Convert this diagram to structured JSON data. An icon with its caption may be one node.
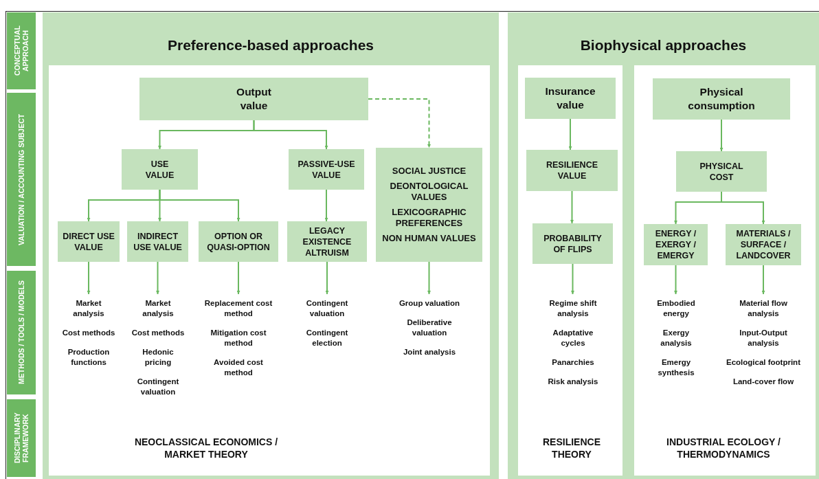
{
  "diagram": {
    "nodes": [
      {
        "text": [
          "CONCEPTUAL APPROACH"
        ]
      },
      {
        "text": [
          "VALUATION / ACCOUNTING SUBJECT"
        ]
      },
      {
        "text": [
          "METHODS / TOOLS / MODELS"
        ]
      },
      {
        "text": [
          "DISCIPLINARY FRAMEWORK"
        ]
      },
      {
        "text": [
          "Preference-based approaches"
        ]
      },
      {
        "text": [
          "NEOCLASSICAL ECONOMICS / MARKET THEORY"
        ],
        "in": 4
      },
      {
        "text": [
          "Output value"
        ],
        "in": 5
      },
      {
        "text": [
          "USE VALUE"
        ],
        "in": 5
      },
      {
        "text": [
          "PASSIVE-USE VALUE"
        ],
        "in": 5
      },
      {
        "text": [
          "SOCIAL JUSTICE",
          "DEONTOLOGICAL VALUES",
          "LEXICOGRAPHIC PREFERENCES",
          "NON HUMAN VALUES"
        ],
        "in": 5
      },
      {
        "text": [
          "DIRECT USE VALUE"
        ],
        "in": 5
      },
      {
        "text": [
          "INDIRECT USE VALUE"
        ],
        "in": 5
      },
      {
        "text": [
          "OPTION OR QUASI-OPTION"
        ],
        "in": 5
      },
      {
        "text": [
          "LEGACY EXISTENCE ALTRUISM"
        ],
        "in": 5
      },
      {
        "text": [
          "Market analysis",
          "Cost methods",
          "Production functions"
        ],
        "in": 5
      },
      {
        "text": [
          "Market analysis",
          "Cost methods",
          "Hedonic pricing",
          "Contingent valuation"
        ],
        "in": 5
      },
      {
        "text": [
          "Replacement cost method",
          "Mitigation cost method",
          "Avoided cost method"
        ],
        "in": 5
      },
      {
        "text": [
          "Contingent valuation",
          "Contingent election"
        ],
        "in": 5
      },
      {
        "text": [
          "Group valuation",
          "Deliberative valuation",
          "Joint analysis"
        ],
        "in": 5
      },
      {
        "text": [
          "Biophysical approaches"
        ]
      },
      {
        "text": [
          "RESILIENCE THEORY"
        ],
        "in": 19
      },
      {
        "text": [
          "Insurance value"
        ],
        "in": 20
      },
      {
        "text": [
          "RESILIENCE VALUE"
        ],
        "in": 20
      },
      {
        "text": [
          "PROBABILITY OF FLIPS"
        ],
        "in": 20
      },
      {
        "text": [
          "Regime shift analysis",
          "Adaptative cycles",
          "Panarchies",
          "Risk analysis"
        ],
        "in": 20
      },
      {
        "text": [
          "INDUSTRIAL ECOLOGY / THERMODYNAMICS"
        ],
        "in": 19
      },
      {
        "text": [
          "Physical consumption"
        ],
        "in": 25
      },
      {
        "text": [
          "PHYSICAL COST"
        ],
        "in": 25
      },
      {
        "text": [
          "ENERGY / EXERGY / EMERGY"
        ],
        "in": 25
      },
      {
        "text": [
          "MATERIALS / SURFACE / LANDCOVER"
        ],
        "in": 25
      },
      {
        "text": [
          "Embodied energy",
          "Exergy analysis",
          "Emergy synthesis"
        ],
        "in": 25
      },
      {
        "text": [
          "Material flow analysis",
          "Input-Output analysis",
          "Ecological footprint",
          "Land-cover flow"
        ],
        "in": 25
      }
    ],
    "edges": [
      {
        "from": 6,
        "to": 7,
        "arrow": "to"
      },
      {
        "from": 6,
        "to": 8,
        "arrow": "to"
      },
      {
        "from": 6,
        "to": 9,
        "arrow": "to",
        "style": "dashed"
      },
      {
        "from": 7,
        "to": 10,
        "arrow": "to"
      },
      {
        "from": 7,
        "to": 11,
        "arrow": "to"
      },
      {
        "from": 7,
        "to": 12,
        "arrow": "to"
      },
      {
        "from": 8,
        "to": 13,
        "arrow": "to"
      },
      {
        "from": 10,
        "to": 14,
        "arrow": "to"
      },
      {
        "from": 11,
        "to": 15,
        "arrow": "to"
      },
      {
        "from": 12,
        "to": 16,
        "arrow": "to"
      },
      {
        "from": 13,
        "to": 17,
        "arrow": "to"
      },
      {
        "from": 9,
        "to": 18,
        "arrow": "to"
      },
      {
        "from": 21,
        "to": 22,
        "arrow": "to"
      },
      {
        "from": 22,
        "to": 23,
        "arrow": "to"
      },
      {
        "from": 23,
        "to": 24,
        "arrow": "to"
      },
      {
        "from": 26,
        "to": 27,
        "arrow": "to"
      },
      {
        "from": 27,
        "to": 28,
        "arrow": "to"
      },
      {
        "from": 27,
        "to": 29,
        "arrow": "to"
      },
      {
        "from": 28,
        "to": 30,
        "arrow": "to"
      },
      {
        "from": 29,
        "to": 31,
        "arrow": "to"
      }
    ]
  }
}
